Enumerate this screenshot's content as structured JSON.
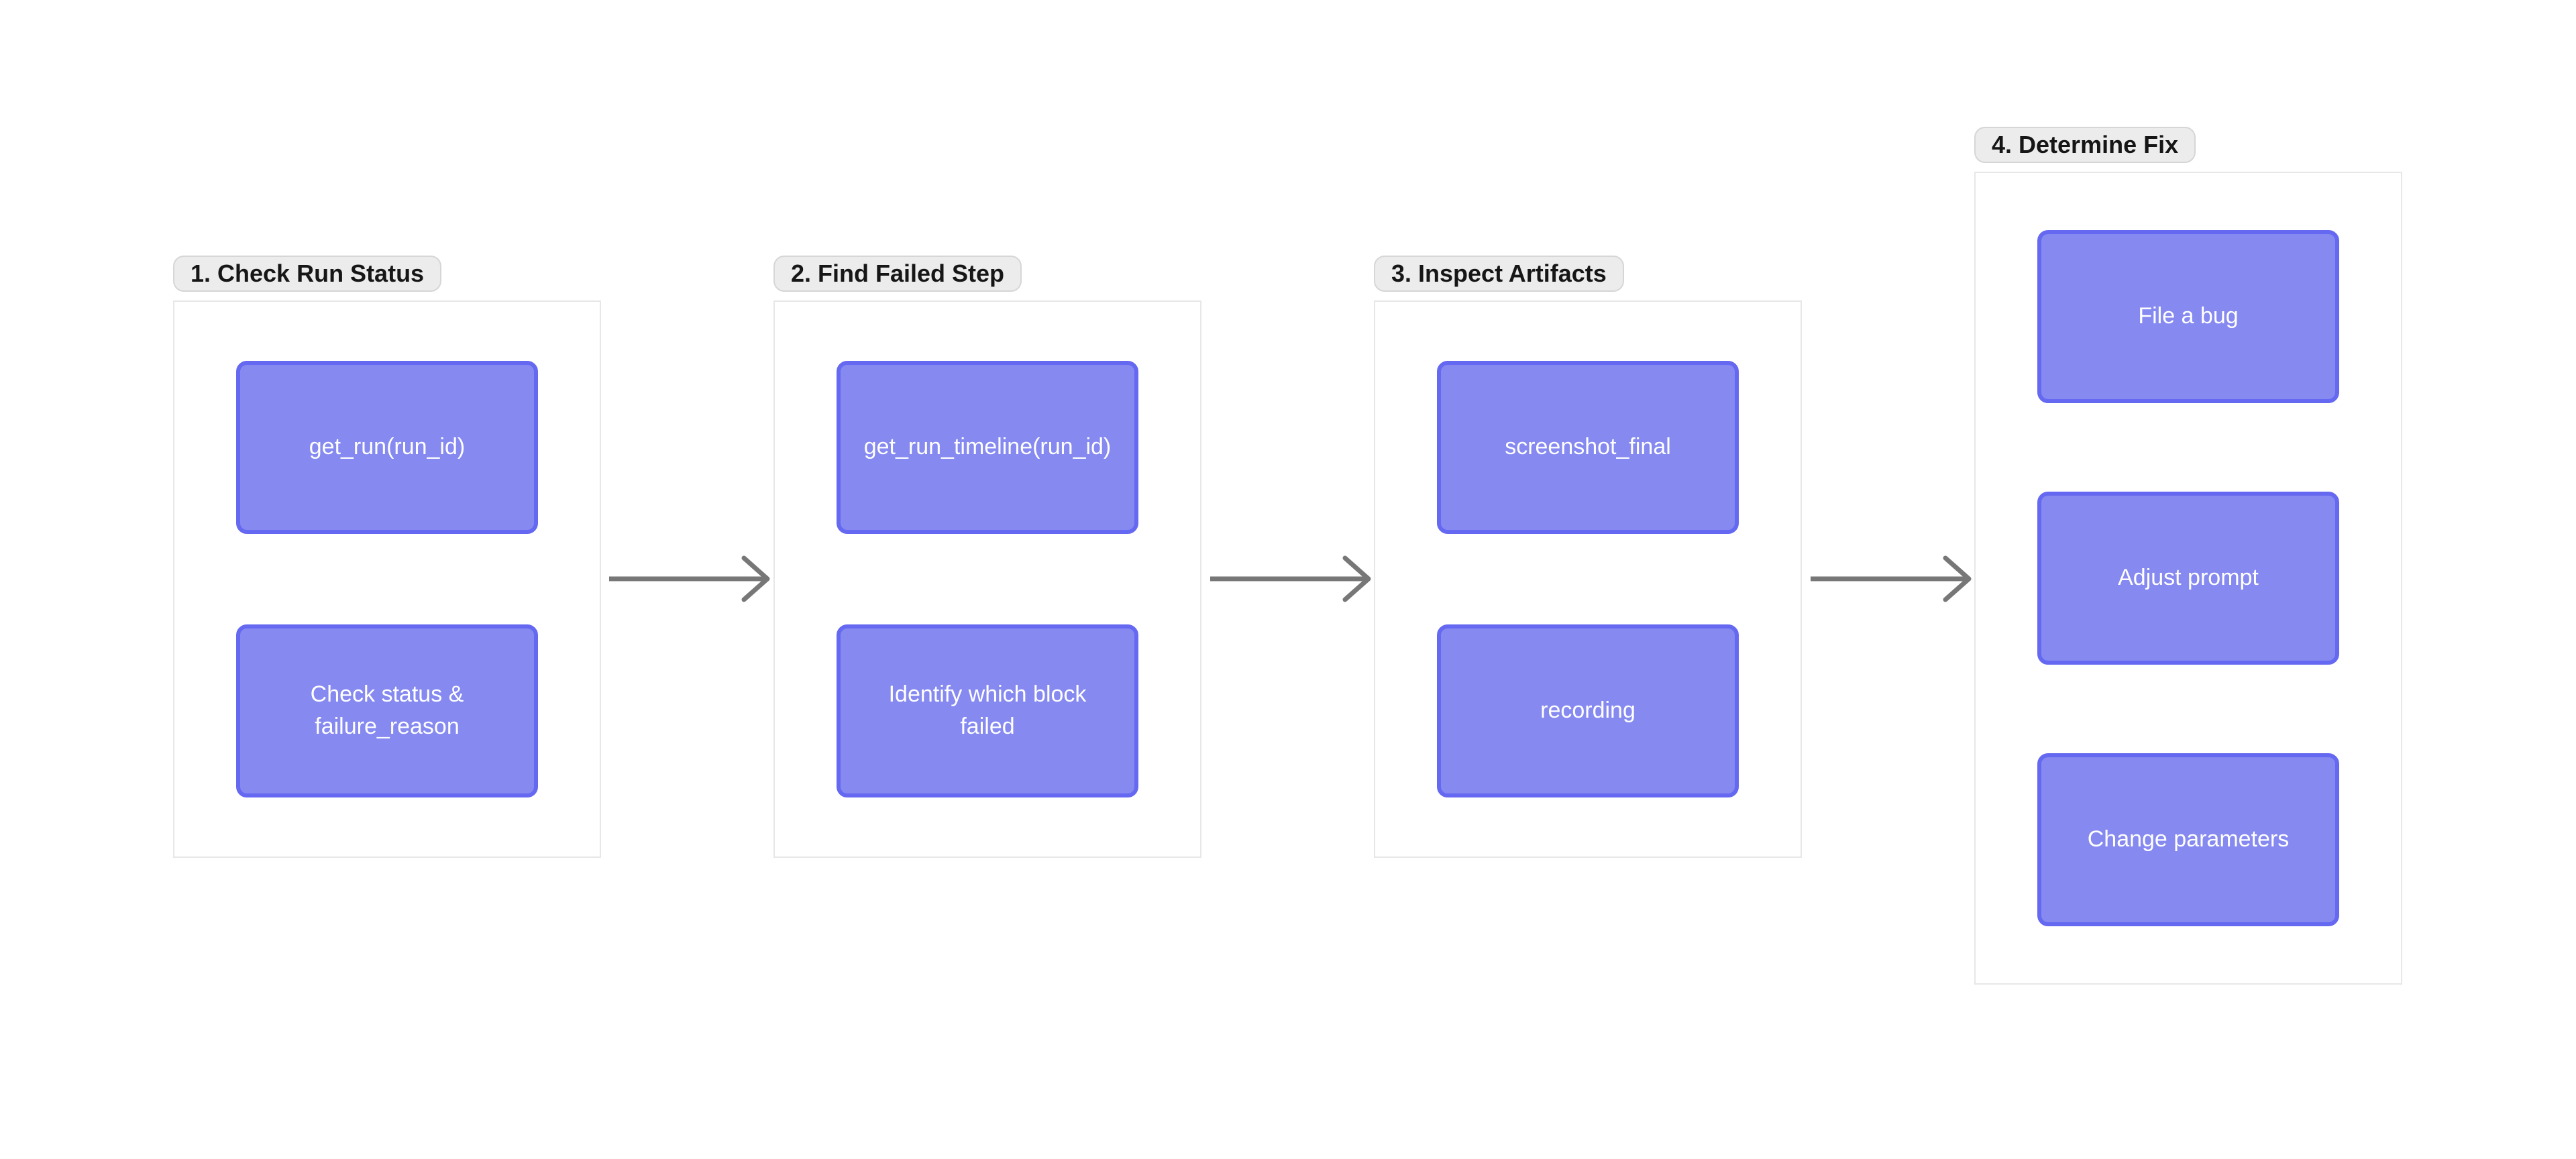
{
  "colors": {
    "page_bg": "#ffffff",
    "node_fill": "#8589f0",
    "node_border": "#6568f0",
    "node_text": "#ffffff",
    "frame_border": "#e7e7e7",
    "frame_bg": "#ffffff",
    "label_bg": "#ececec",
    "label_border": "#d6d6d6",
    "label_text": "#161616",
    "arrow": "#777777"
  },
  "groups": [
    {
      "label": "1. Check Run Status",
      "nodes": [
        "get_run(run_id)",
        "Check status & failure_reason"
      ]
    },
    {
      "label": "2. Find Failed Step",
      "nodes": [
        "get_run_timeline(run_id)",
        "Identify which block failed"
      ]
    },
    {
      "label": "3. Inspect Artifacts",
      "nodes": [
        "screenshot_final",
        "recording"
      ]
    },
    {
      "label": "4. Determine Fix",
      "nodes": [
        "File a bug",
        "Adjust prompt",
        "Change parameters"
      ]
    }
  ],
  "connectors": [
    {
      "from": "1. Check Run Status",
      "to": "2. Find Failed Step",
      "icon": "arrow-right-icon"
    },
    {
      "from": "2. Find Failed Step",
      "to": "3. Inspect Artifacts",
      "icon": "arrow-right-icon"
    },
    {
      "from": "3. Inspect Artifacts",
      "to": "4. Determine Fix",
      "icon": "arrow-right-icon"
    }
  ]
}
